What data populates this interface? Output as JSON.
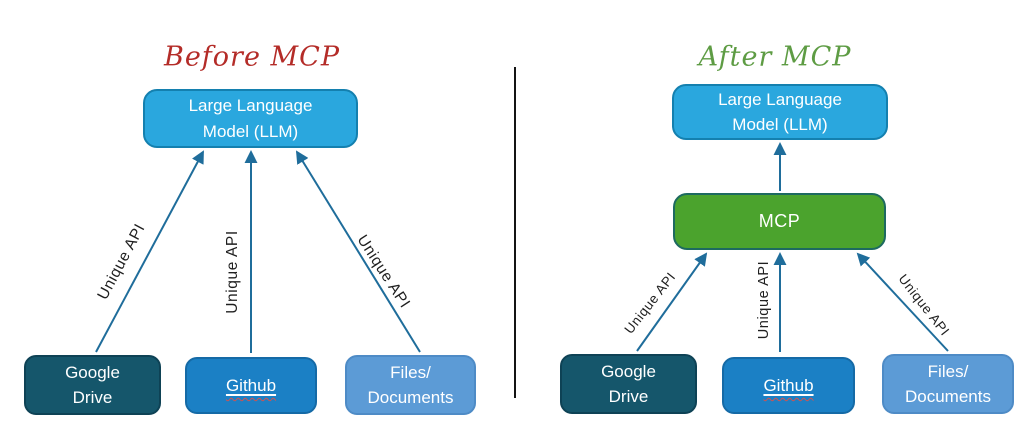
{
  "panels": {
    "before": {
      "title": "Before MCP",
      "llm_label": "Large Language\nModel (LLM)",
      "arrow_labels": [
        "Unique API",
        "Unique API",
        "Unique API"
      ],
      "sources": {
        "google": "Google\nDrive",
        "github": "Github",
        "files": "Files/\nDocuments"
      }
    },
    "after": {
      "title": "After MCP",
      "llm_label": "Large Language\nModel (LLM)",
      "mcp_label": "MCP",
      "arrow_labels": [
        "Unique API",
        "Unique API",
        "Unique API"
      ],
      "sources": {
        "google": "Google\nDrive",
        "github": "Github",
        "files": "Files/\nDocuments"
      }
    }
  },
  "colors": {
    "llm_fill": "#2aa7de",
    "llm_border": "#1480af",
    "mcp_fill": "#4ba32d",
    "mcp_border": "#1d6a60",
    "google_fill": "#15566b",
    "github_fill": "#1b80c5",
    "files_fill": "#5c9bd6",
    "arrow": "#1f6d9b",
    "divider": "#141414",
    "title_before": "#b42c28",
    "title_after": "#5e9c44",
    "box_text": "#ffffff",
    "label_text": "#1f1f1f"
  }
}
